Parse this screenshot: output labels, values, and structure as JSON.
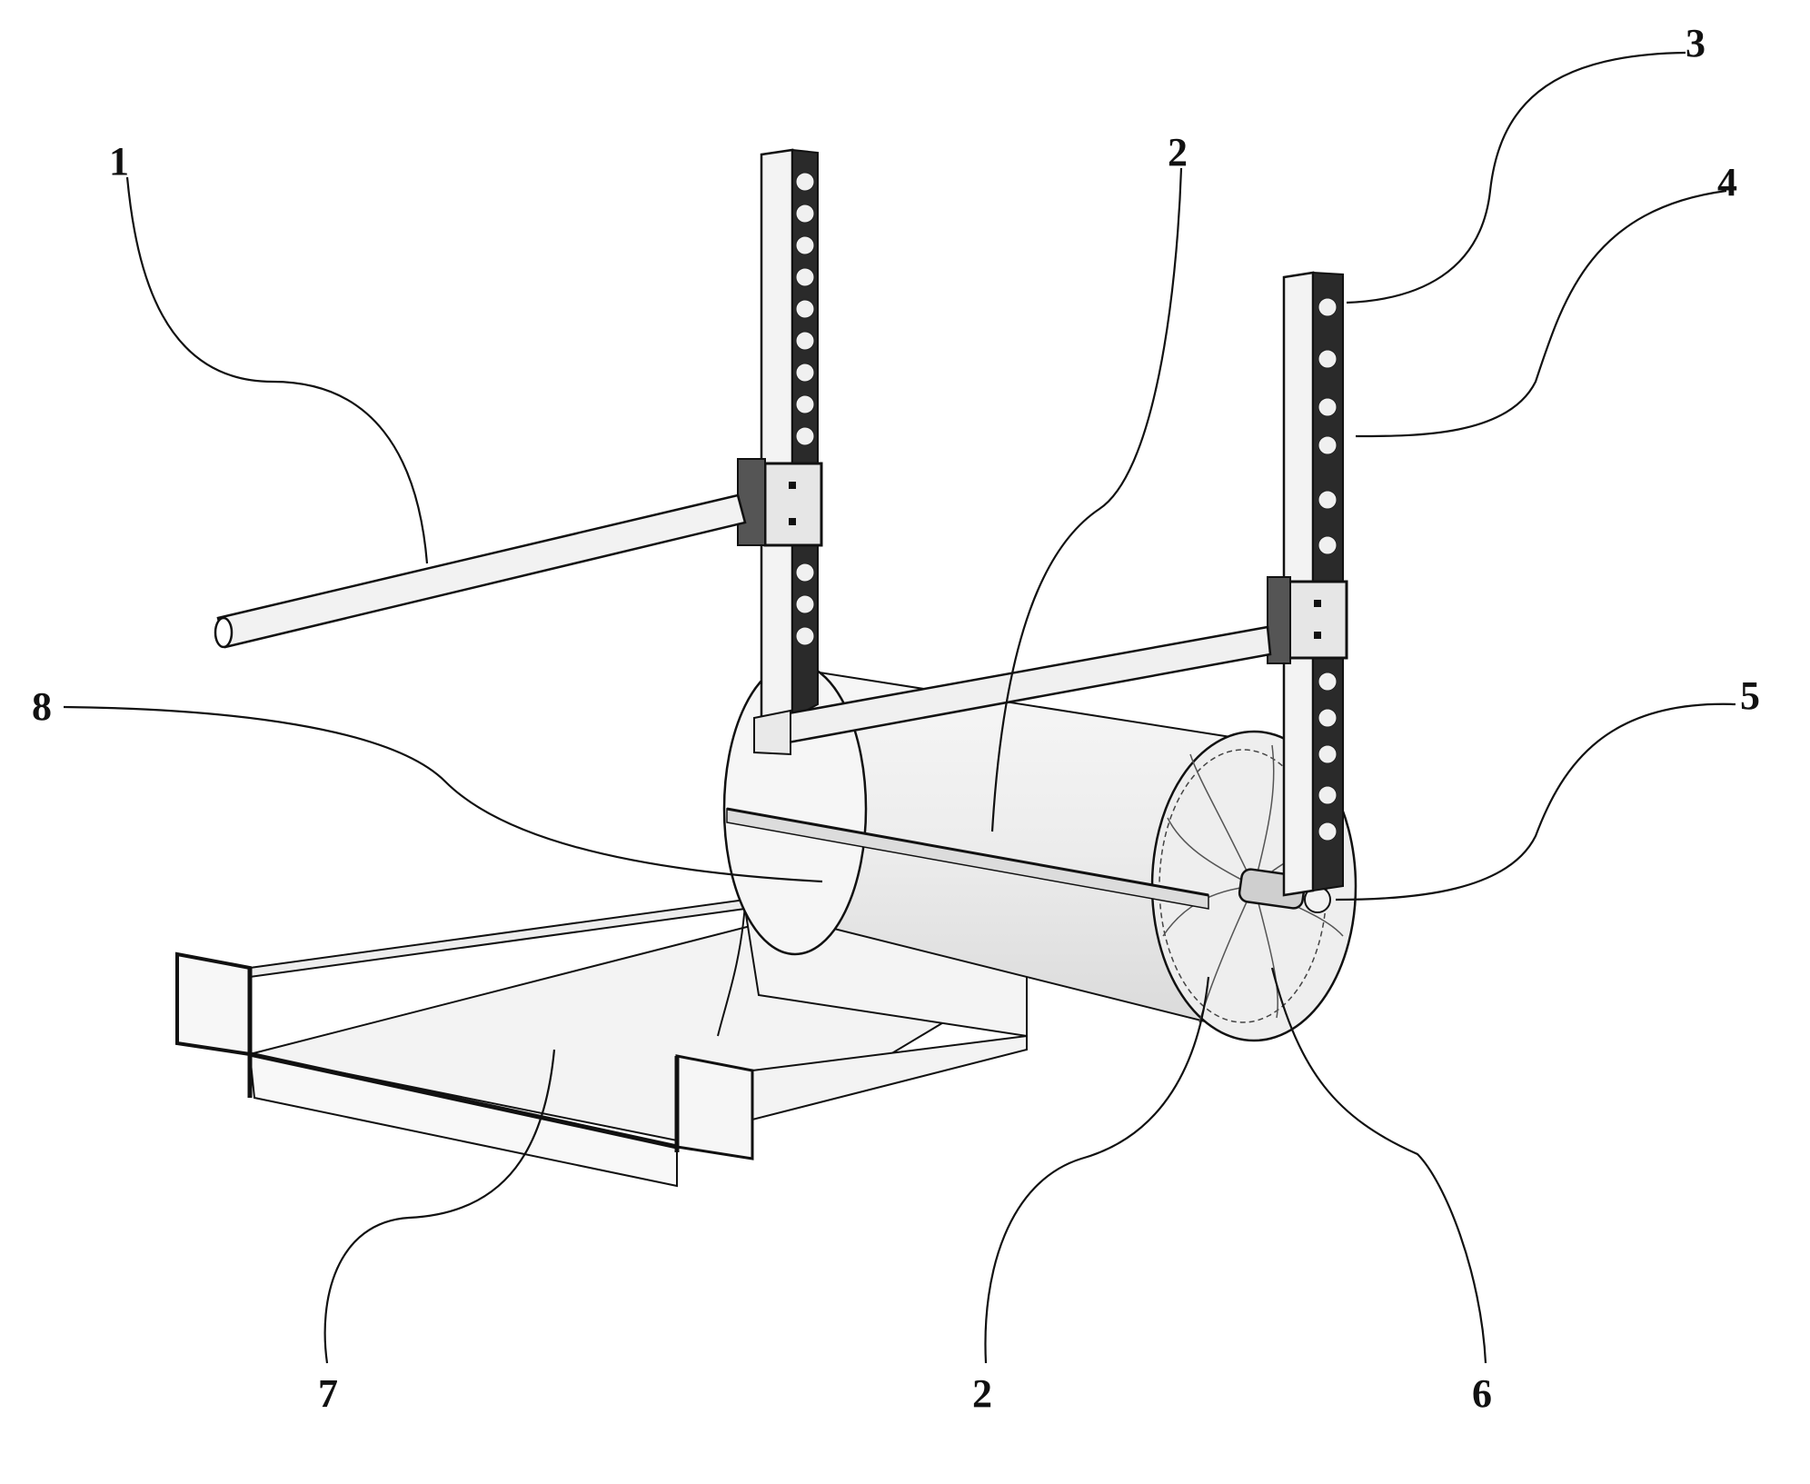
{
  "figure": {
    "description_free": true,
    "colors": {
      "ink": "#111111",
      "paper": "#ffffff",
      "shade_light": "#f2f2f2",
      "shade_mid": "#dcdcdc"
    }
  },
  "callouts": [
    {
      "id": "c1",
      "label": "1"
    },
    {
      "id": "c2a",
      "label": "2"
    },
    {
      "id": "c3",
      "label": "3"
    },
    {
      "id": "c4",
      "label": "4"
    },
    {
      "id": "c5",
      "label": "5"
    },
    {
      "id": "c6",
      "label": "6"
    },
    {
      "id": "c7",
      "label": "7"
    },
    {
      "id": "c8",
      "label": "8"
    },
    {
      "id": "c2b",
      "label": "2"
    }
  ]
}
